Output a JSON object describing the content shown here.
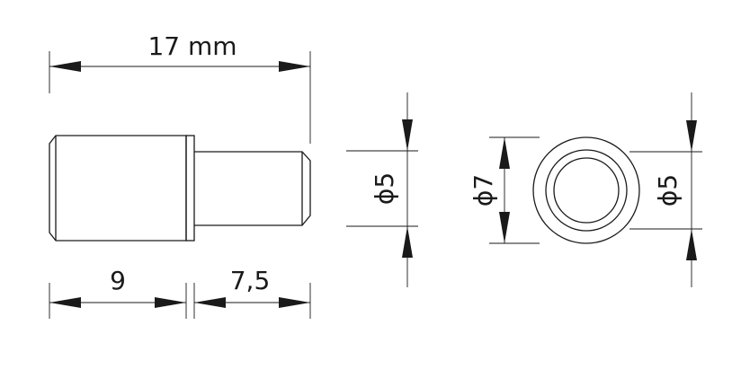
{
  "labels": {
    "total_length": "17 mm",
    "body_length": "9",
    "pin_length": "7,5",
    "pin_diameter": "ϕ5",
    "outer_diameter": "ϕ7",
    "inner_diameter": "ϕ5"
  }
}
